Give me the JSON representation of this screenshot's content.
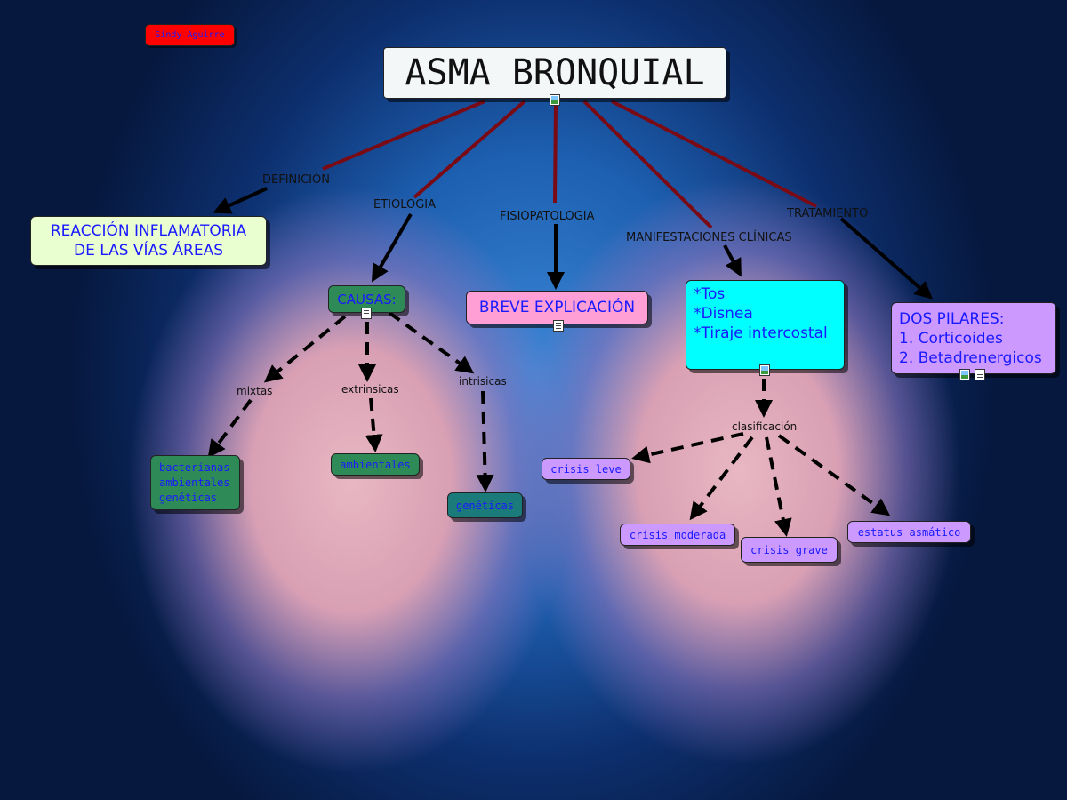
{
  "author": "Sindy Aguirre",
  "title": "ASMA BRONQUIAL",
  "links": {
    "definicion": "DEFINICIÓN",
    "etiologia": "ETIOLOGIA",
    "fisiopatologia": "FISIOPATOLOGIA",
    "manifestaciones": "MANIFESTACIONES CLÍNICAS",
    "tratamiento": "TRATAMIENTO",
    "mixtas": "mixtas",
    "extrinsicas": "extrinsicas",
    "intrisicas": "intrisicas",
    "clasificacion": "clasificación"
  },
  "nodes": {
    "reaccion_line1": "REACCIÓN INFLAMATORIA",
    "reaccion_line2": "DE LAS VÍAS ÁREAS",
    "causas": "CAUSAS:",
    "breve": "BREVE EXPLICACIÓN",
    "sintomas_1": "*Tos",
    "sintomas_2": "*Disnea",
    "sintomas_3": "*Tiraje intercostal",
    "pilares_1": "DOS PILARES:",
    "pilares_2": "1. Corticoides",
    "pilares_3": "2. Betadrenergicos",
    "mixtas_1": "bacterianas",
    "mixtas_2": "ambientales",
    "mixtas_3": "genéticas",
    "ambientales": "ambientales",
    "geneticas": "genéticas",
    "crisis_leve": "crisis leve",
    "crisis_moderada": "crisis moderada",
    "crisis_grave": "crisis grave",
    "estatus": "estatus asmático"
  },
  "colors": {
    "root_line": "#7a0a14",
    "arrow": "#000000",
    "title_bg": "#f3f7f8",
    "definition_bg": "#eaffd0",
    "teal": "#2e8b57",
    "teal_dark": "#1b7a7a",
    "pink": "#ff9fd6",
    "cyan": "#00ffff",
    "violet": "#cc99ff",
    "author_bg": "#ff0000",
    "node_text_blue": "#1a1aff"
  }
}
